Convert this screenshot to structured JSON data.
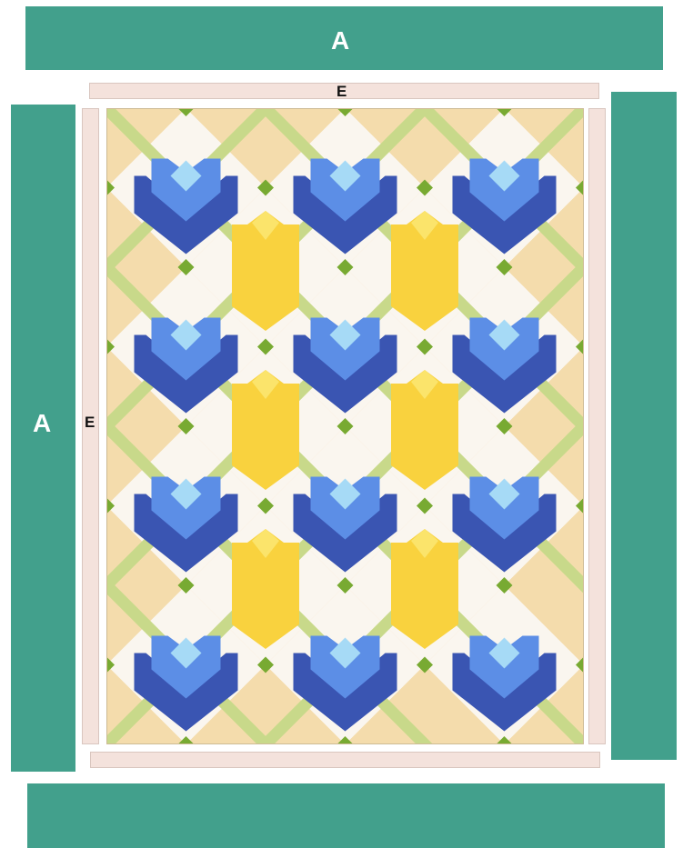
{
  "labels": {
    "top_border": "A",
    "left_border": "A",
    "right_border": "",
    "bottom_border": "",
    "top_sashing": "E",
    "left_sashing": "E",
    "right_sashing": "",
    "bottom_sashing": ""
  },
  "colors": {
    "border_a": "#42a08c",
    "sashing_e": "#f4e2dc",
    "background": "#f4dcac",
    "lattice": "#c8d98a",
    "lattice_node": "#78aa32",
    "block_white": "#faf6ef",
    "tulip_dark_blue": "#3a55b2",
    "tulip_mid_blue": "#5c8ee6",
    "tulip_light_blue": "#a6daf6",
    "tulip_yellow": "#f9d23e",
    "tulip_yellow_tip": "#fbe46b"
  },
  "quilt": {
    "blue_tulip_rows": 4,
    "blue_tulip_cols": 3,
    "yellow_tulip_rows": 3,
    "yellow_tulip_cols": 2
  }
}
